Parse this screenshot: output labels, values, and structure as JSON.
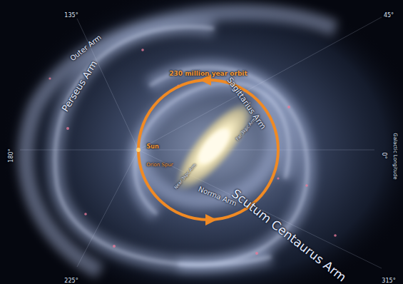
{
  "diagram": {
    "labels": [
      "230 million year orbit",
      "Sun",
      "Orion Spur",
      "Outer Arm",
      "Perseus Arm",
      "Sagittarius Arm",
      "Norma Arm",
      "Scutum Centaurus Arm",
      "Far 3kpc Arm",
      "Near 3kpc Arm",
      "0°",
      "Galactic Longitude",
      "45°",
      "135°",
      "180°",
      "225°",
      "315°"
    ]
  }
}
